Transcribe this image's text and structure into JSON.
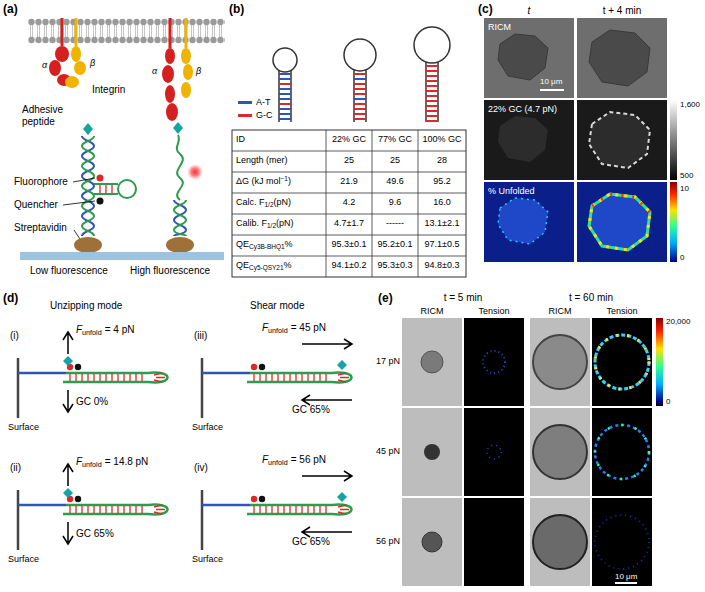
{
  "diagram": {
    "labels": [
      "(a)",
      "Integrin",
      "α",
      "β",
      "α",
      "β",
      "Adhesive peptide",
      "Fluorophore",
      "Quencher",
      "Streptavidin",
      "Low fluorescence",
      "High fluorescence",
      "(b)",
      "ID",
      "22% GC",
      "77% GC",
      "100% GC",
      "Length (mer)",
      "25",
      "25",
      "28",
      "ΔG (kJ mol",
      "−1",
      ")",
      "21.9",
      "49.6",
      "95.2",
      "Calc. F",
      "1/2",
      "(pN)",
      "4.2",
      "9.6",
      "16.0",
      "Calib. F",
      "1/2",
      "(pN)",
      "4.7±1.7",
      "------",
      "13.1±2.1",
      "QE",
      "Cy3B-BHQ1",
      "%",
      "95.3±0.1",
      "95.2±0.1",
      "97.1±0.5",
      "QE",
      "Cy5-QSY21",
      "%",
      "94.1±0.2",
      "95.3±0.3",
      "94.8±0.3",
      "(c)",
      "t",
      "t + 4 min",
      "RICM",
      "10 μm",
      "22% GC (4.7 pN)",
      "% Unfolded",
      "1,600",
      "500",
      "10",
      "0",
      "(d)",
      "Unzipping mode",
      "Shear mode",
      "(i)",
      "F",
      "unfold",
      "= 4 pN",
      "GC 0%",
      "Surface",
      "(ii)",
      "F",
      "unfold",
      "= 14.8 pN",
      "GC 65%",
      "Surface",
      "(iii)",
      "F",
      "unfold",
      "= 45 pN",
      "GC 65%",
      "Surface",
      "(iv)",
      "F",
      "unfold",
      "= 56 pN",
      "GC 65%",
      "Surface",
      "(e)",
      "t = 5 min",
      "t = 60 min",
      "RICM",
      "Tension",
      "RICM",
      "Tension",
      "17 pN",
      "45 pN",
      "56 pN",
      "20,000",
      "0",
      "10 μm"
    ],
    "legend": [
      {
        "text": "A-T",
        "color": "#2f55b5"
      },
      {
        "text": "G-C",
        "color": "#d92b2b"
      }
    ]
  }
}
